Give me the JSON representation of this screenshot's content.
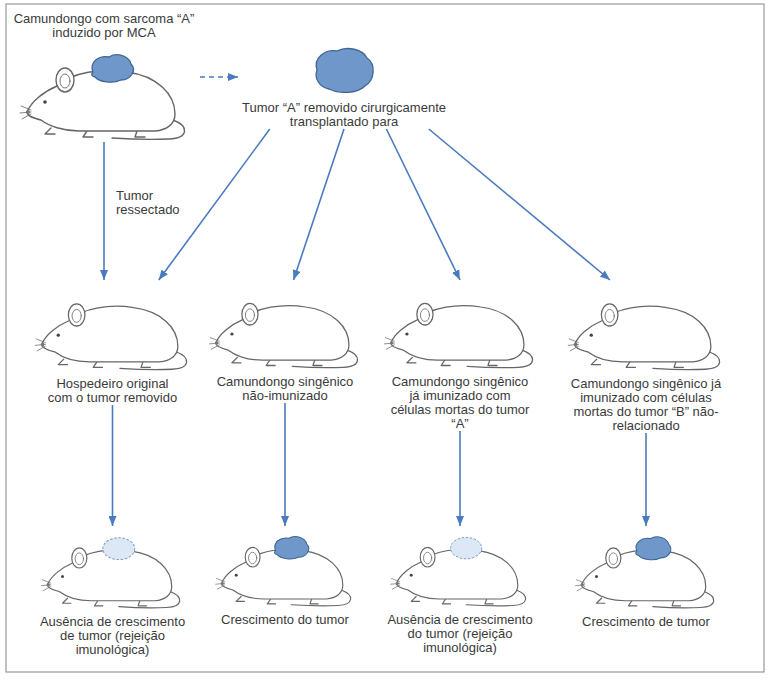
{
  "diagram": {
    "nodes": [
      {
        "text": [
          "Camundongo com sarcoma “A” induzido por MCA"
        ]
      },
      {
        "text": [
          "Tumor “A” removido cirurgicamente transplantado para"
        ]
      },
      {
        "text": [
          "Hospedeiro original com o tumor removido"
        ]
      },
      {
        "text": [
          "Camundongo singênico não-imunizado"
        ]
      },
      {
        "text": [
          "Camundongo singênico já imunizado com células mortas do tumor “A”"
        ]
      },
      {
        "text": [
          "Camundongo singênico já imunizado com células mortas do tumor “B” não-relacionado"
        ]
      },
      {
        "text": [
          "Ausência de crescimento de tumor (rejeição imunológica)"
        ]
      },
      {
        "text": [
          "Crescimento do tumor"
        ]
      },
      {
        "text": [
          "Ausência de crescimento do tumor (rejeição imunológica)"
        ]
      },
      {
        "text": [
          "Crescimento de tumor"
        ]
      }
    ],
    "edges": [
      {
        "from": 0,
        "to": 1,
        "arrow": "to"
      },
      {
        "from": 0,
        "to": 2,
        "label": "Tumor ressectado",
        "arrow": "to"
      },
      {
        "from": 1,
        "to": 2,
        "arrow": "to"
      },
      {
        "from": 1,
        "to": 3,
        "arrow": "to"
      },
      {
        "from": 1,
        "to": 4,
        "arrow": "to"
      },
      {
        "from": 1,
        "to": 5,
        "arrow": "to"
      },
      {
        "from": 2,
        "to": 6,
        "arrow": "to"
      },
      {
        "from": 3,
        "to": 7,
        "arrow": "to"
      },
      {
        "from": 4,
        "to": 8,
        "arrow": "to"
      },
      {
        "from": 5,
        "to": 9,
        "arrow": "to"
      }
    ]
  }
}
